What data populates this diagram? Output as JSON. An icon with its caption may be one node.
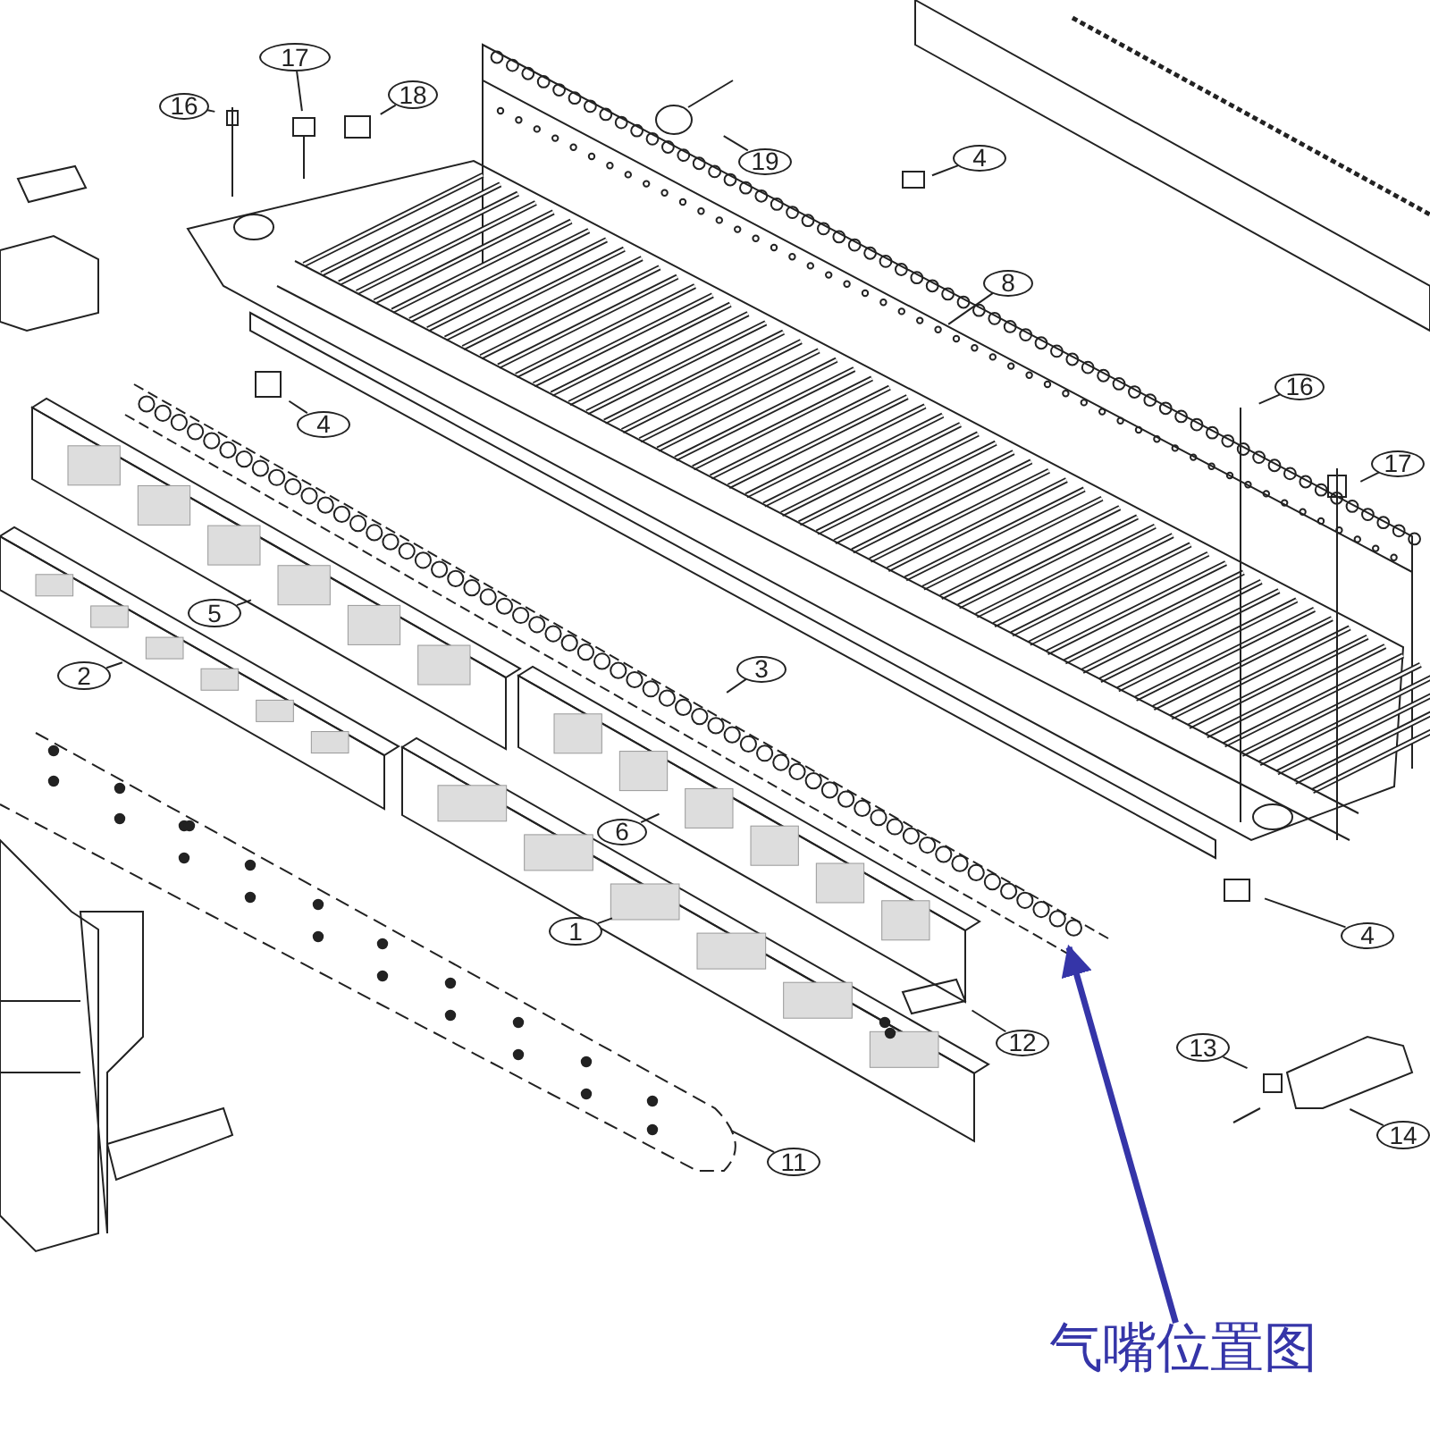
{
  "diagram": {
    "nodes": [
      {
        "text": [
          "17"
        ]
      },
      {
        "text": [
          "18"
        ]
      },
      {
        "text": [
          "16"
        ]
      },
      {
        "text": [
          "4"
        ]
      },
      {
        "text": [
          "19"
        ]
      },
      {
        "text": [
          "8"
        ]
      },
      {
        "text": [
          "16"
        ]
      },
      {
        "text": [
          "4"
        ]
      },
      {
        "text": [
          "17"
        ]
      },
      {
        "text": [
          "5"
        ]
      },
      {
        "text": [
          "3"
        ]
      },
      {
        "text": [
          "2"
        ]
      },
      {
        "text": [
          "6"
        ]
      },
      {
        "text": [
          "1"
        ]
      },
      {
        "text": [
          "4"
        ]
      },
      {
        "text": [
          "12"
        ]
      },
      {
        "text": [
          "13"
        ]
      },
      {
        "text": [
          "14"
        ]
      },
      {
        "text": [
          "11"
        ]
      },
      {
        "text": [
          "气嘴位置图"
        ]
      }
    ],
    "edges": [
      {
        "from": 0,
        "to": null,
        "arrow": "none"
      },
      {
        "from": 1,
        "to": null,
        "arrow": "none"
      },
      {
        "from": 2,
        "to": null,
        "arrow": "none"
      },
      {
        "from": 3,
        "to": null,
        "arrow": "none"
      },
      {
        "from": 4,
        "to": null,
        "arrow": "none"
      },
      {
        "from": 5,
        "to": null,
        "arrow": "none"
      },
      {
        "from": 6,
        "to": null,
        "arrow": "none"
      },
      {
        "from": 7,
        "to": null,
        "arrow": "none"
      },
      {
        "from": 8,
        "to": null,
        "arrow": "none"
      },
      {
        "from": 9,
        "to": null,
        "arrow": "none"
      },
      {
        "from": 10,
        "to": null,
        "arrow": "none"
      },
      {
        "from": 11,
        "to": null,
        "arrow": "none"
      },
      {
        "from": 12,
        "to": null,
        "arrow": "none"
      },
      {
        "from": 13,
        "to": null,
        "arrow": "none"
      },
      {
        "from": 14,
        "to": null,
        "arrow": "none"
      },
      {
        "from": 15,
        "to": null,
        "arrow": "none"
      },
      {
        "from": 16,
        "to": null,
        "arrow": "none"
      },
      {
        "from": 17,
        "to": null,
        "arrow": "none"
      },
      {
        "from": 18,
        "to": null,
        "arrow": "none"
      },
      {
        "from": 19,
        "to": null,
        "arrow": "to",
        "style": "thick",
        "color": "#3535a8"
      }
    ]
  }
}
